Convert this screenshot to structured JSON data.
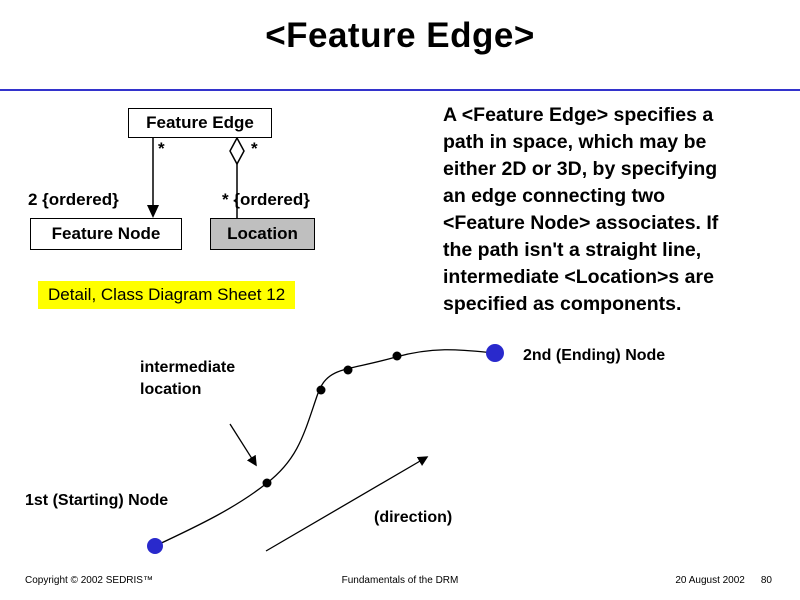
{
  "title": "<Feature Edge>",
  "colors": {
    "accent_line": "#3333cc",
    "location_fill": "#bfbfbf",
    "callout_bg": "#ffff00",
    "node_blue": "#2929cc"
  },
  "uml": {
    "feature_edge": "Feature Edge",
    "feature_node": "Feature Node",
    "location": "Location",
    "mult_left_top": "*",
    "mult_right_top": "*",
    "mult_left_bottom": "2 {ordered}",
    "mult_right_bottom": "* {ordered}"
  },
  "callout": "Detail, Class Diagram Sheet 12",
  "description": "A <Feature Edge> specifies a\npath in space, which may be\neither 2D or 3D, by specifying\nan edge connecting two\n<Feature Node> associates. If\nthe path isn't a straight line,\nintermediate <Location>s are\nspecified as components.",
  "path_diagram": {
    "start_node_label": "1st (Starting) Node",
    "end_node_label": "2nd (Ending) Node",
    "intermediate_label": "intermediate\nlocation",
    "direction_label": "(direction)"
  },
  "footer": {
    "copyright": "Copyright © 2002 SEDRIS™",
    "center": "Fundamentals of the DRM",
    "date": "20 August 2002",
    "page": "80"
  }
}
